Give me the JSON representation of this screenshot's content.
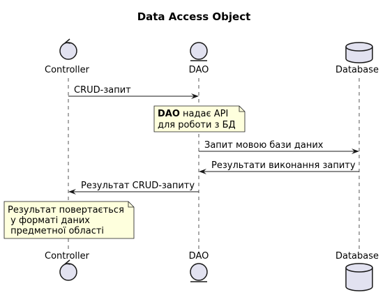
{
  "title": "Data Access Object",
  "participants": {
    "controller": {
      "name": "Controller",
      "kind": "control"
    },
    "dao": {
      "name": "DAO",
      "kind": "entity"
    },
    "database": {
      "name": "Database",
      "kind": "database"
    }
  },
  "messages": [
    {
      "from": "Controller",
      "to": "DAO",
      "label": "CRUD-запит",
      "direction": "right"
    },
    {
      "from": "DAO",
      "to": "Database",
      "label": "Запит мовою бази даних",
      "direction": "right"
    },
    {
      "from": "Database",
      "to": "DAO",
      "label": "Результати виконання запиту",
      "direction": "left"
    },
    {
      "from": "DAO",
      "to": "Controller",
      "label": "Результат CRUD-запиту",
      "direction": "left"
    }
  ],
  "notes": [
    {
      "attached_to": "DAO",
      "bold": "DAO",
      "line1_rest": " надає API",
      "line2": "для роботи з БД"
    },
    {
      "attached_to": "Controller",
      "line1": "Результат повертається",
      "line2": " у форматі даних",
      "line3": " предметної області"
    }
  ],
  "colors": {
    "participant_fill": "#E2E2F0",
    "note_fill": "#FEFFDD",
    "stroke": "#181818"
  }
}
